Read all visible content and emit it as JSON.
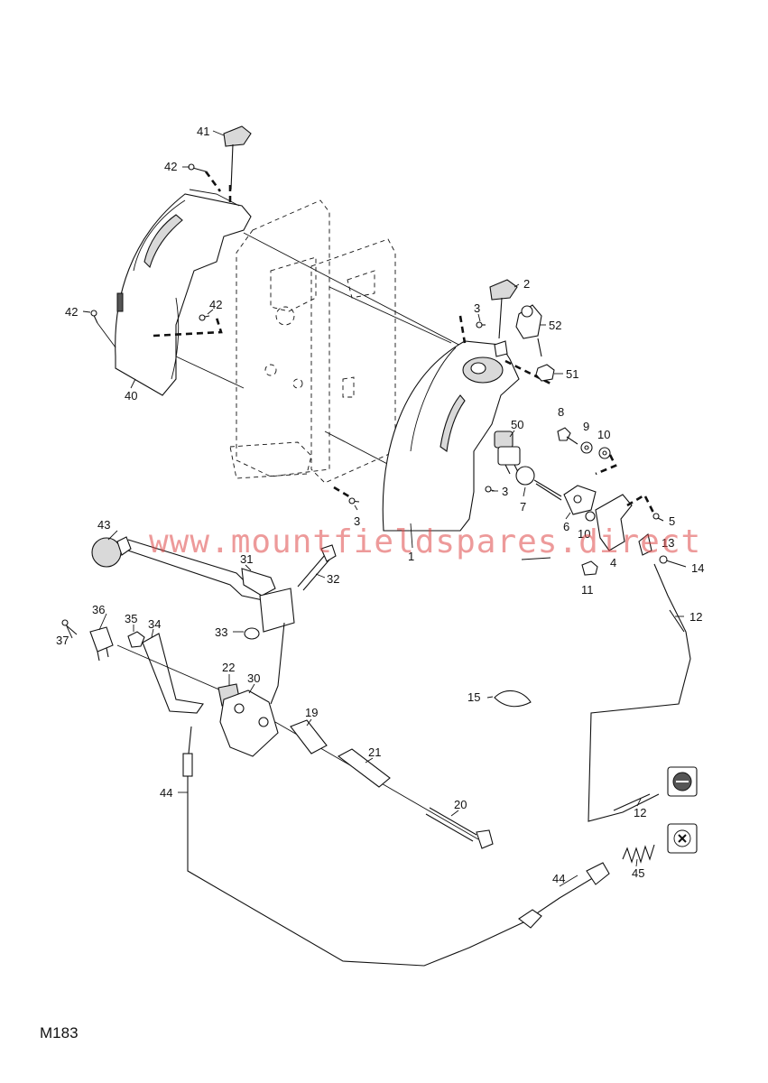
{
  "watermark": "www.mountfieldspares.direct",
  "diagram_code": "M183",
  "callouts": {
    "c1": "1",
    "c2": "2",
    "c3a": "3",
    "c3b": "3",
    "c3c": "3",
    "c4": "4",
    "c5": "5",
    "c6": "6",
    "c7": "7",
    "c8": "8",
    "c9": "9",
    "c10a": "10",
    "c10b": "10",
    "c11": "11",
    "c12a": "12",
    "c12b": "12",
    "c13": "13",
    "c14": "14",
    "c15": "15",
    "c19": "19",
    "c20": "20",
    "c21": "21",
    "c22": "22",
    "c30": "30",
    "c31": "31",
    "c32": "32",
    "c33": "33",
    "c34": "34",
    "c35": "35",
    "c36": "36",
    "c37": "37",
    "c40": "40",
    "c41": "41",
    "c42a": "42",
    "c42b": "42",
    "c42c": "42",
    "c43": "43",
    "c44a": "44",
    "c44b": "44",
    "c45": "45",
    "c50": "50",
    "c51": "51",
    "c52": "52"
  },
  "icons": {
    "mower_symbol": "mower-drive-icon",
    "cut_symbol": "blade-engage-icon"
  }
}
